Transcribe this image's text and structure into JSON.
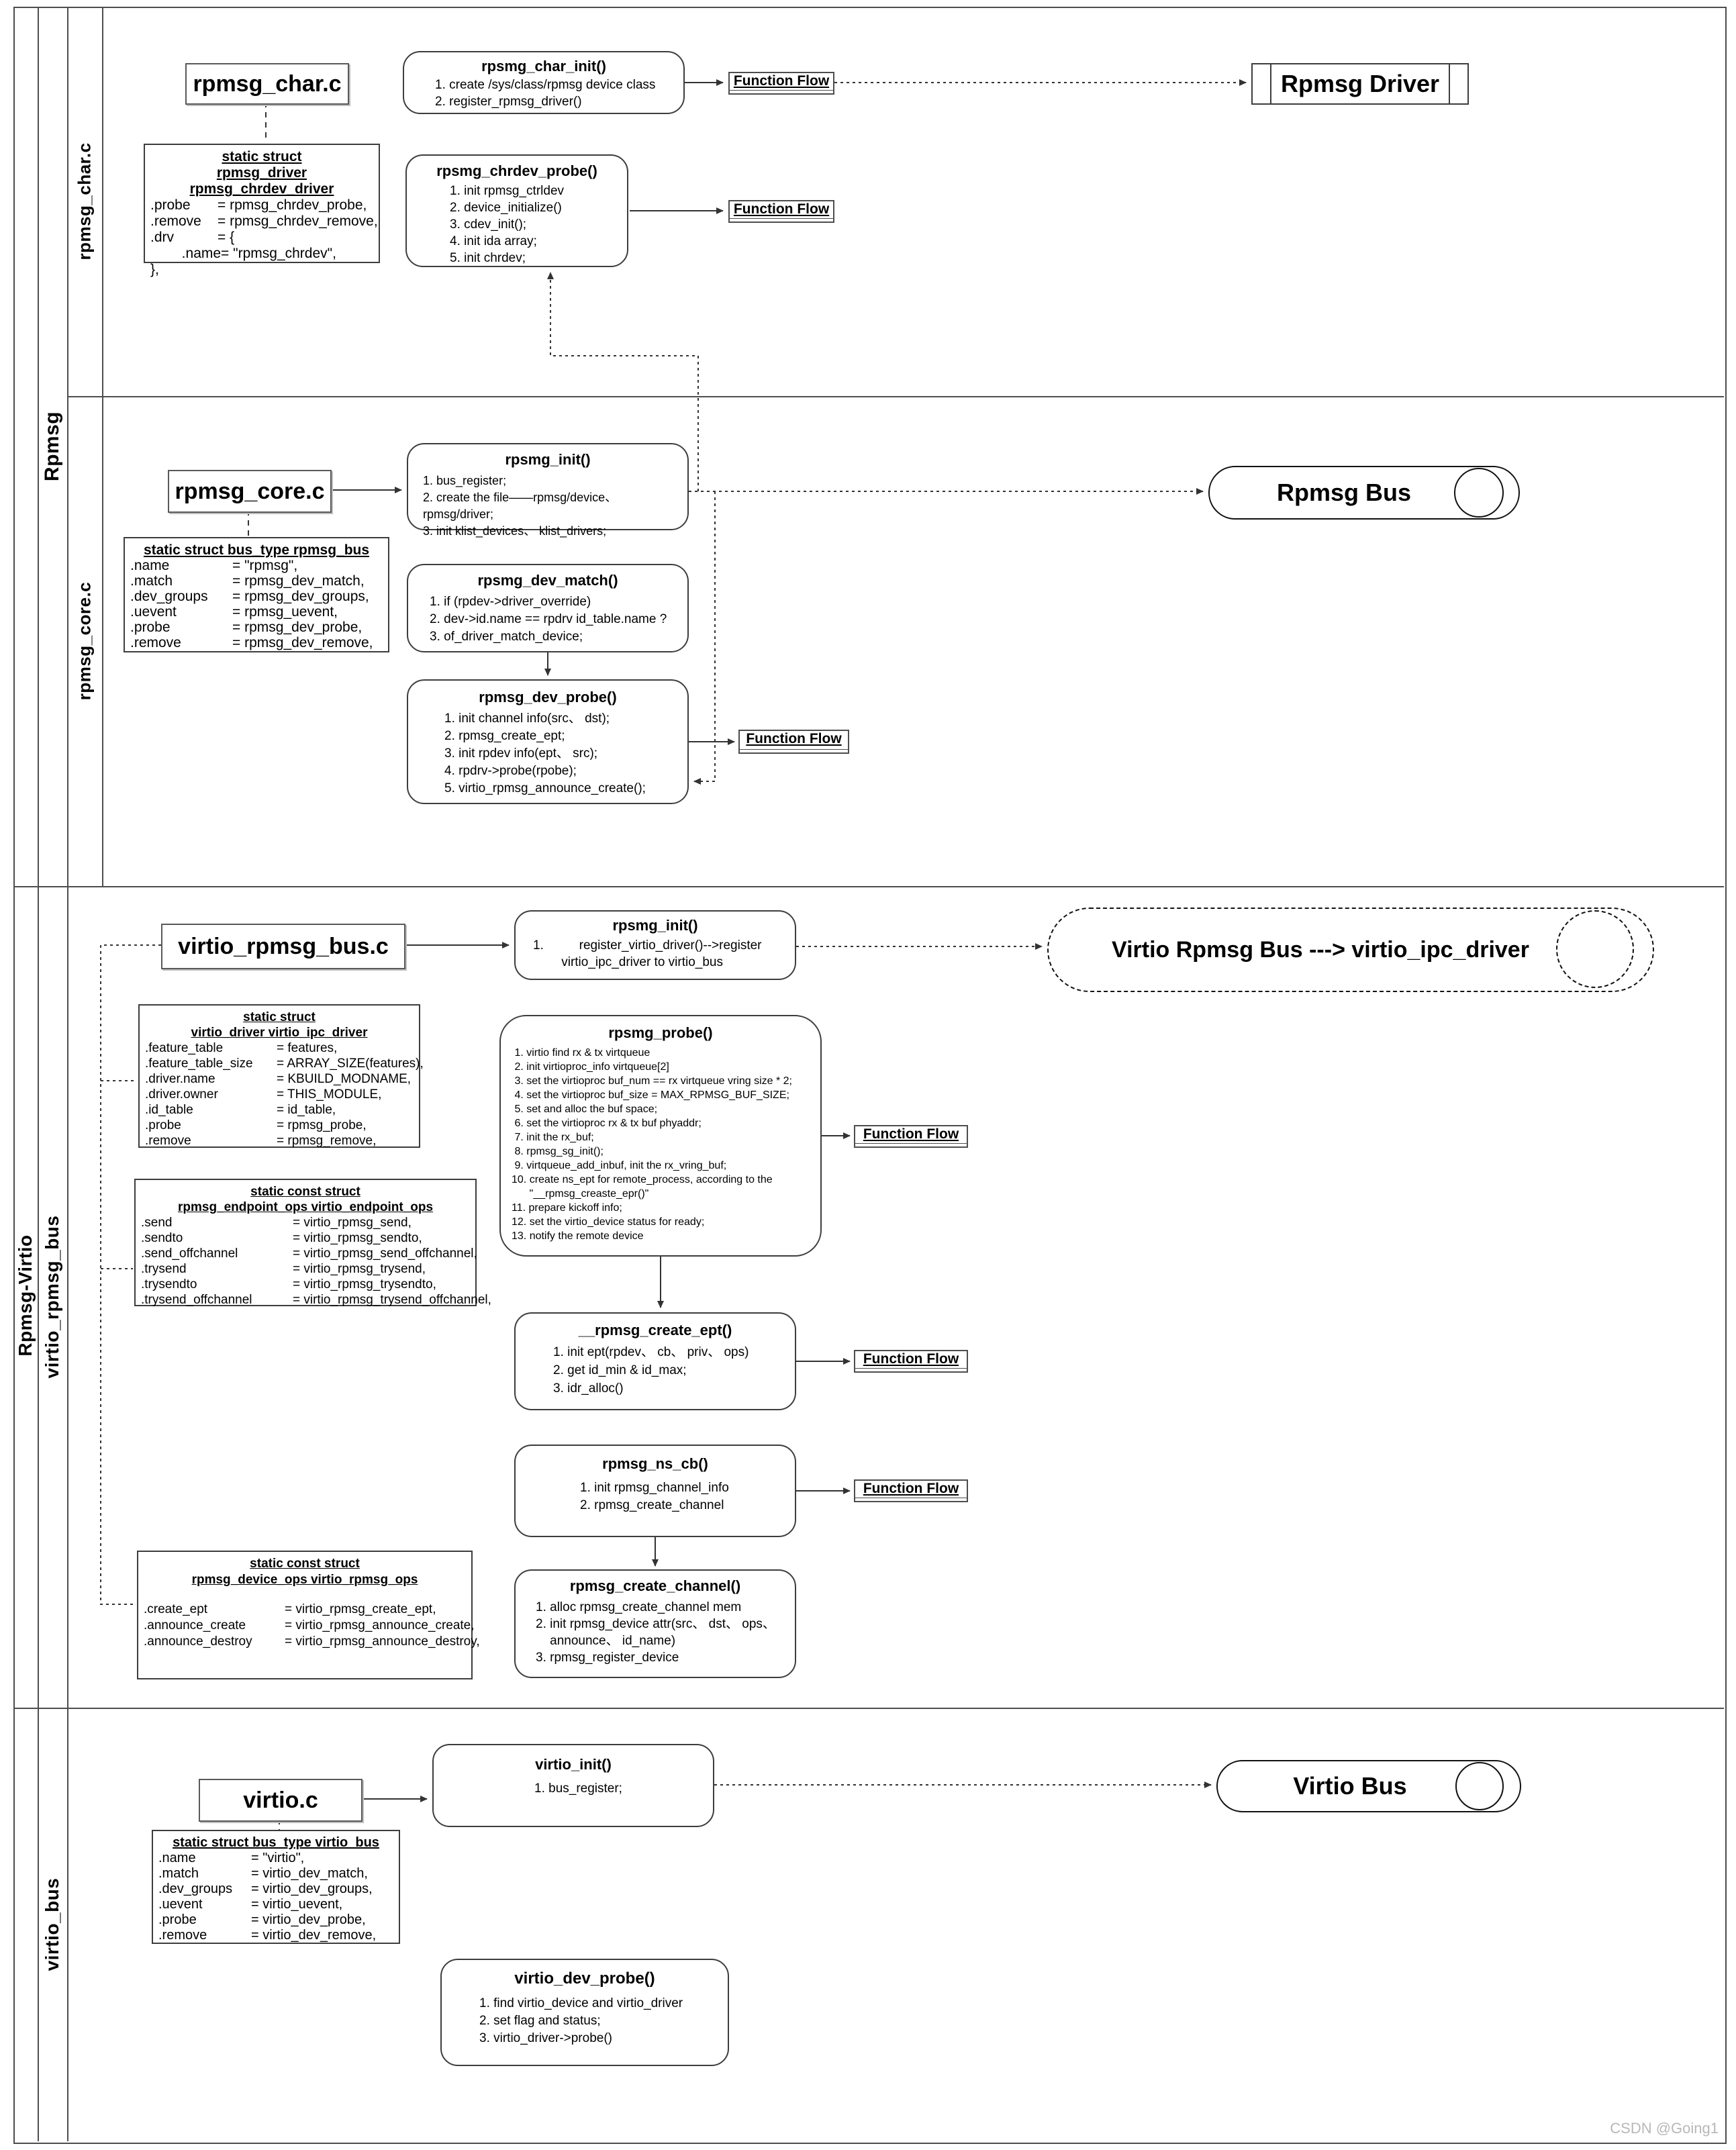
{
  "watermark": "CSDN @Going1",
  "function_flow_label": "Function Flow",
  "lanes": {
    "rpmsg": "Rpmsg",
    "rpmsg_char": "rpmsg_char.c",
    "rpmsg_core": "rpmsg_core.c",
    "rpmsg_virtio": "Rpmsg-Virtio",
    "virtio_rpmsg_bus": "virtio_rpmsg_bus",
    "virtio_bus": "virtio_bus"
  },
  "files": {
    "rpmsg_char_c": "rpmsg_char.c",
    "rpmsg_core_c": "rpmsg_core.c",
    "virtio_rpmsg_bus_c": "virtio_rpmsg_bus.c",
    "virtio_c": "virtio.c"
  },
  "shapes": {
    "rpmsg_driver": "Rpmsg Driver",
    "rpmsg_bus": "Rpmsg Bus",
    "virtio_rpmsg_bus_pill": "Virtio Rpmsg Bus ---> virtio_ipc_driver",
    "virtio_bus_pill": "Virtio Bus"
  },
  "func_boxes": {
    "char_init": {
      "title": "rpsmg_char_init()",
      "steps": [
        "1. create /sys/class/rpmsg device class",
        "2. register_rpmsg_driver()"
      ]
    },
    "chrdev_probe": {
      "title": "rpsmg_chrdev_probe()",
      "steps": [
        "1. init rpmsg_ctrldev",
        "2. device_initialize()",
        "3. cdev_init();",
        "4. init ida array;",
        "5. init chrdev;"
      ]
    },
    "rpsmg_init": {
      "title": "rpsmg_init()",
      "steps": [
        "1. bus_register;",
        "2. create the file——rpmsg/device、 rpmsg/driver;",
        "3. init klist_devices、 klist_drivers;"
      ]
    },
    "dev_match": {
      "title": "rpsmg_dev_match()",
      "steps": [
        "1. if (rpdev->driver_override)",
        "2. dev->id.name == rpdrv id_table.name ?",
        "3. of_driver_match_device;"
      ]
    },
    "dev_probe": {
      "title": "rpmsg_dev_probe()",
      "steps": [
        "1. init channel info(src、 dst);",
        "2. rpmsg_create_ept;",
        "3. init rpdev info(ept、 src);",
        "4. rpdrv->probe(rpobe);",
        "5. virtio_rpmsg_announce_create();"
      ]
    },
    "rpsmg_init2": {
      "title": "rpsmg_init()",
      "steps": [
        "1.          register_virtio_driver()-->register\n        virtio_ipc_driver to virtio_bus"
      ]
    },
    "rpsmg_probe": {
      "title": "rpsmg_probe()",
      "steps": [
        " 1. virtio find rx & tx virtqueue",
        " 2. init virtioproc_info virtqueue[2]",
        " 3. set the virtioproc buf_num == rx virtqueue vring size * 2;",
        " 4. set the virtioproc buf_size = MAX_RPMSG_BUF_SIZE;",
        " 5. set and alloc the buf space;",
        " 6. set the virtioproc rx & tx buf phyaddr;",
        " 7. init the rx_buf;",
        " 8. rpmsg_sg_init();",
        " 9. virtqueue_add_inbuf, init the rx_vring_buf;",
        "10. create ns_ept for remote_process, according to the\n      \"__rpmsg_creaste_epr()\"",
        "11. prepare kickoff info;",
        "12. set the virtio_device status for ready;",
        "13. notify the remote device"
      ]
    },
    "create_ept": {
      "title": "__rpmsg_create_ept()",
      "steps": [
        "1. init ept(rpdev、 cb、 priv、 ops)",
        "2. get id_min & id_max;",
        "3. idr_alloc()"
      ]
    },
    "ns_cb": {
      "title": "rpmsg_ns_cb()",
      "steps": [
        "1. init rpmsg_channel_info",
        "2. rpmsg_create_channel"
      ]
    },
    "create_channel": {
      "title": "rpmsg_create_channel()",
      "steps": [
        "1. alloc rpmsg_create_channel mem",
        "2. init rpmsg_device attr(src、 dst、 ops、\n    announce、 id_name)",
        "3. rpmsg_register_device"
      ]
    },
    "virtio_init": {
      "title": "virtio_init()",
      "steps": [
        "1. bus_register;"
      ]
    },
    "virtio_dev_probe": {
      "title": "virtio_dev_probe()",
      "steps": [
        "1. find virtio_device and virtio_driver",
        "2. set flag and status;",
        "3. virtio_driver->probe()"
      ]
    }
  },
  "structs": {
    "chrdev_driver": {
      "title": [
        "static struct",
        "rpmsg_driver rpmsg_chrdev_driver"
      ],
      "fields": [
        [
          ".probe",
          "= rpmsg_chrdev_probe,"
        ],
        [
          ".remove",
          "= rpmsg_chrdev_remove,"
        ],
        [
          ".drv",
          "= {"
        ],
        [
          "        .name",
          "= \"rpmsg_chrdev\","
        ],
        [
          "},",
          ""
        ]
      ]
    },
    "rpmsg_bus": {
      "title": [
        "static struct bus_type rpmsg_bus"
      ],
      "fields": [
        [
          ".name",
          "= \"rpmsg\","
        ],
        [
          ".match",
          "= rpmsg_dev_match,"
        ],
        [
          ".dev_groups",
          "= rpmsg_dev_groups,"
        ],
        [
          ".uevent",
          "= rpmsg_uevent,"
        ],
        [
          ".probe",
          "= rpmsg_dev_probe,"
        ],
        [
          ".remove",
          "= rpmsg_dev_remove,"
        ]
      ]
    },
    "ipc_driver": {
      "title": [
        "static struct",
        "virtio_driver virtio_ipc_driver"
      ],
      "fields": [
        [
          ".feature_table",
          "= features,"
        ],
        [
          ".feature_table_size",
          "= ARRAY_SIZE(features),"
        ],
        [
          ".driver.name",
          "= KBUILD_MODNAME,"
        ],
        [
          ".driver.owner",
          "= THIS_MODULE,"
        ],
        [
          ".id_table",
          "= id_table,"
        ],
        [
          ".probe",
          "= rpmsg_probe,"
        ],
        [
          ".remove",
          "= rpmsg_remove,"
        ]
      ]
    },
    "endpoint_ops": {
      "title": [
        "static const struct",
        "rpmsg_endpoint_ops virtio_endpoint_ops"
      ],
      "fields": [
        [
          ".send",
          "= virtio_rpmsg_send,"
        ],
        [
          ".sendto",
          "= virtio_rpmsg_sendto,"
        ],
        [
          ".send_offchannel",
          "= virtio_rpmsg_send_offchannel,"
        ],
        [
          ".trysend",
          "= virtio_rpmsg_trysend,"
        ],
        [
          ".trysendto",
          "= virtio_rpmsg_trysendto,"
        ],
        [
          ".trysend_offchannel",
          "= virtio_rpmsg_trysend_offchannel,"
        ]
      ]
    },
    "device_ops": {
      "title": [
        "static const struct",
        "rpmsg_device_ops virtio_rpmsg_ops"
      ],
      "fields": [
        [
          ".create_ept",
          "= virtio_rpmsg_create_ept,"
        ],
        [
          ".announce_create",
          "= virtio_rpmsg_announce_create,"
        ],
        [
          ".announce_destroy",
          "= virtio_rpmsg_announce_destroy,"
        ]
      ]
    },
    "virtio_bus": {
      "title": [
        "static struct bus_type virtio_bus"
      ],
      "fields": [
        [
          ".name",
          "= \"virtio\","
        ],
        [
          ".match",
          "= virtio_dev_match,"
        ],
        [
          ".dev_groups",
          "= virtio_dev_groups,"
        ],
        [
          ".uevent",
          "= virtio_uevent,"
        ],
        [
          ".probe",
          "= virtio_dev_probe,"
        ],
        [
          ".remove",
          "= virtio_dev_remove,"
        ]
      ]
    }
  }
}
